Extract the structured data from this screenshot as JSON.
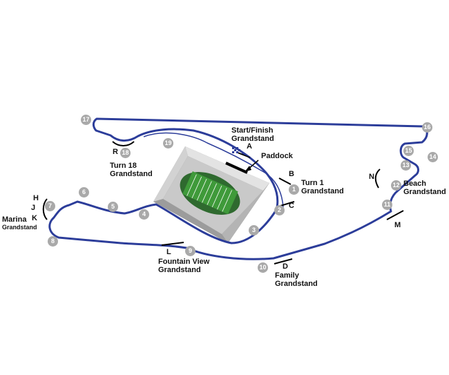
{
  "colors": {
    "track": "#2c3d9a",
    "pitlane": "#2c3d9a",
    "turn_marker": "#a9a9a9",
    "grass": "#3f9a3a",
    "stadium": "#c9c9c9"
  },
  "turns": [
    "1",
    "2",
    "3",
    "4",
    "5",
    "6",
    "7",
    "8",
    "9",
    "10",
    "11",
    "12",
    "13",
    "14",
    "15",
    "16",
    "17",
    "18",
    "19"
  ],
  "grandstand_letters": {
    "A": "A",
    "B": "B",
    "C": "C",
    "D": "D",
    "H": "H",
    "J": "J",
    "K": "K",
    "L": "L",
    "M": "M",
    "N": "N",
    "R": "R"
  },
  "labels": {
    "start_finish": "Start/Finish",
    "start_finish_sub": "Grandstand",
    "paddock": "Paddock",
    "turn1": "Turn 1",
    "turn1_sub": "Grandstand",
    "beach": "Beach",
    "beach_sub": "Grandstand",
    "turn18": "Turn 18",
    "turn18_sub": "Grandstand",
    "marina": "Marina",
    "marina_sub": "Grandstand",
    "fountain": "Fountain View",
    "fountain_sub": "Grandstand",
    "family": "Family",
    "family_sub": "Grandstand"
  }
}
